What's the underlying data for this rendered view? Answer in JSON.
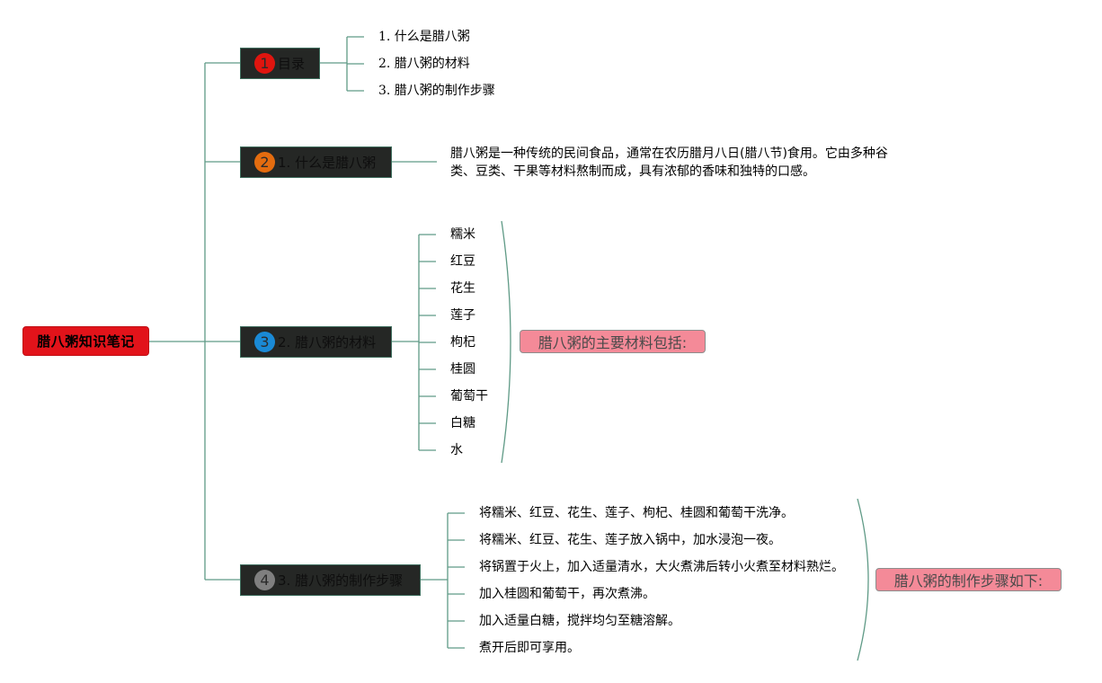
{
  "root": {
    "label": "腊八粥知识笔记"
  },
  "branches": [
    {
      "number": "1",
      "label": "目录",
      "badge_color": "#e0150f",
      "children": [
        "1. 什么是腊八粥",
        "2. 腊八粥的材料",
        "3. 腊八粥的制作步骤"
      ]
    },
    {
      "number": "2",
      "label": "1. 什么是腊八粥",
      "badge_color": "#e46c0f",
      "description": "腊八粥是一种传统的民间食品，通常在农历腊月八日(腊八节)食用。它由多种谷类、豆类、干果等材料熬制而成，具有浓郁的香味和独特的口感。"
    },
    {
      "number": "3",
      "label": "2. 腊八粥的材料",
      "badge_color": "#1a8ad6",
      "children": [
        "糯米",
        "红豆",
        "花生",
        "莲子",
        "枸杞",
        "桂圆",
        "葡萄干",
        "白糖",
        "水"
      ],
      "summary": "腊八粥的主要材料包括:"
    },
    {
      "number": "4",
      "label": "3. 腊八粥的制作步骤",
      "badge_color": "#7f7f7f",
      "children": [
        "将糯米、红豆、花生、莲子、枸杞、桂圆和葡萄干洗净。",
        "将糯米、红豆、花生、莲子放入锅中，加水浸泡一夜。",
        "将锅置于火上，加入适量清水，大火煮沸后转小火煮至材料熟烂。",
        "加入桂圆和葡萄干，再次煮沸。",
        "加入适量白糖，搅拌均匀至糖溶解。",
        "煮开后即可享用。"
      ],
      "summary": "腊八粥的制作步骤如下:"
    }
  ],
  "colors": {
    "line": "#5f9a86",
    "root_fill": "#e2131a",
    "branch_fill": "#252725",
    "summary_fill": "#f48a98"
  }
}
